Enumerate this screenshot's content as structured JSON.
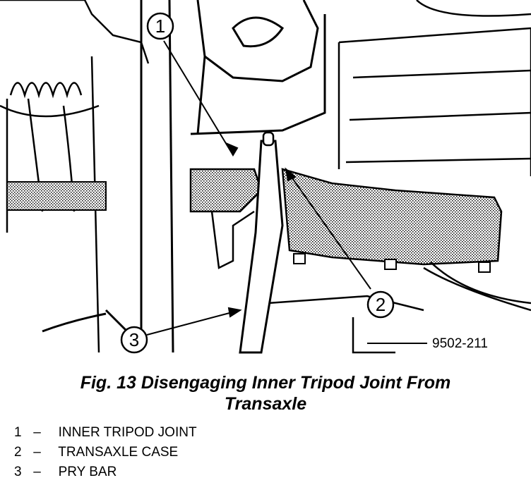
{
  "figure": {
    "callouts": [
      "1",
      "2",
      "3"
    ],
    "figure_id": "9502-211"
  },
  "caption": {
    "line1": "Fig. 13 Disengaging Inner Tripod Joint From",
    "line2": "Transaxle"
  },
  "legend": [
    {
      "num": "1",
      "sep": "–",
      "label": "INNER TRIPOD JOINT"
    },
    {
      "num": "2",
      "sep": "–",
      "label": "TRANSAXLE CASE"
    },
    {
      "num": "3",
      "sep": "–",
      "label": "PRY BAR"
    }
  ]
}
